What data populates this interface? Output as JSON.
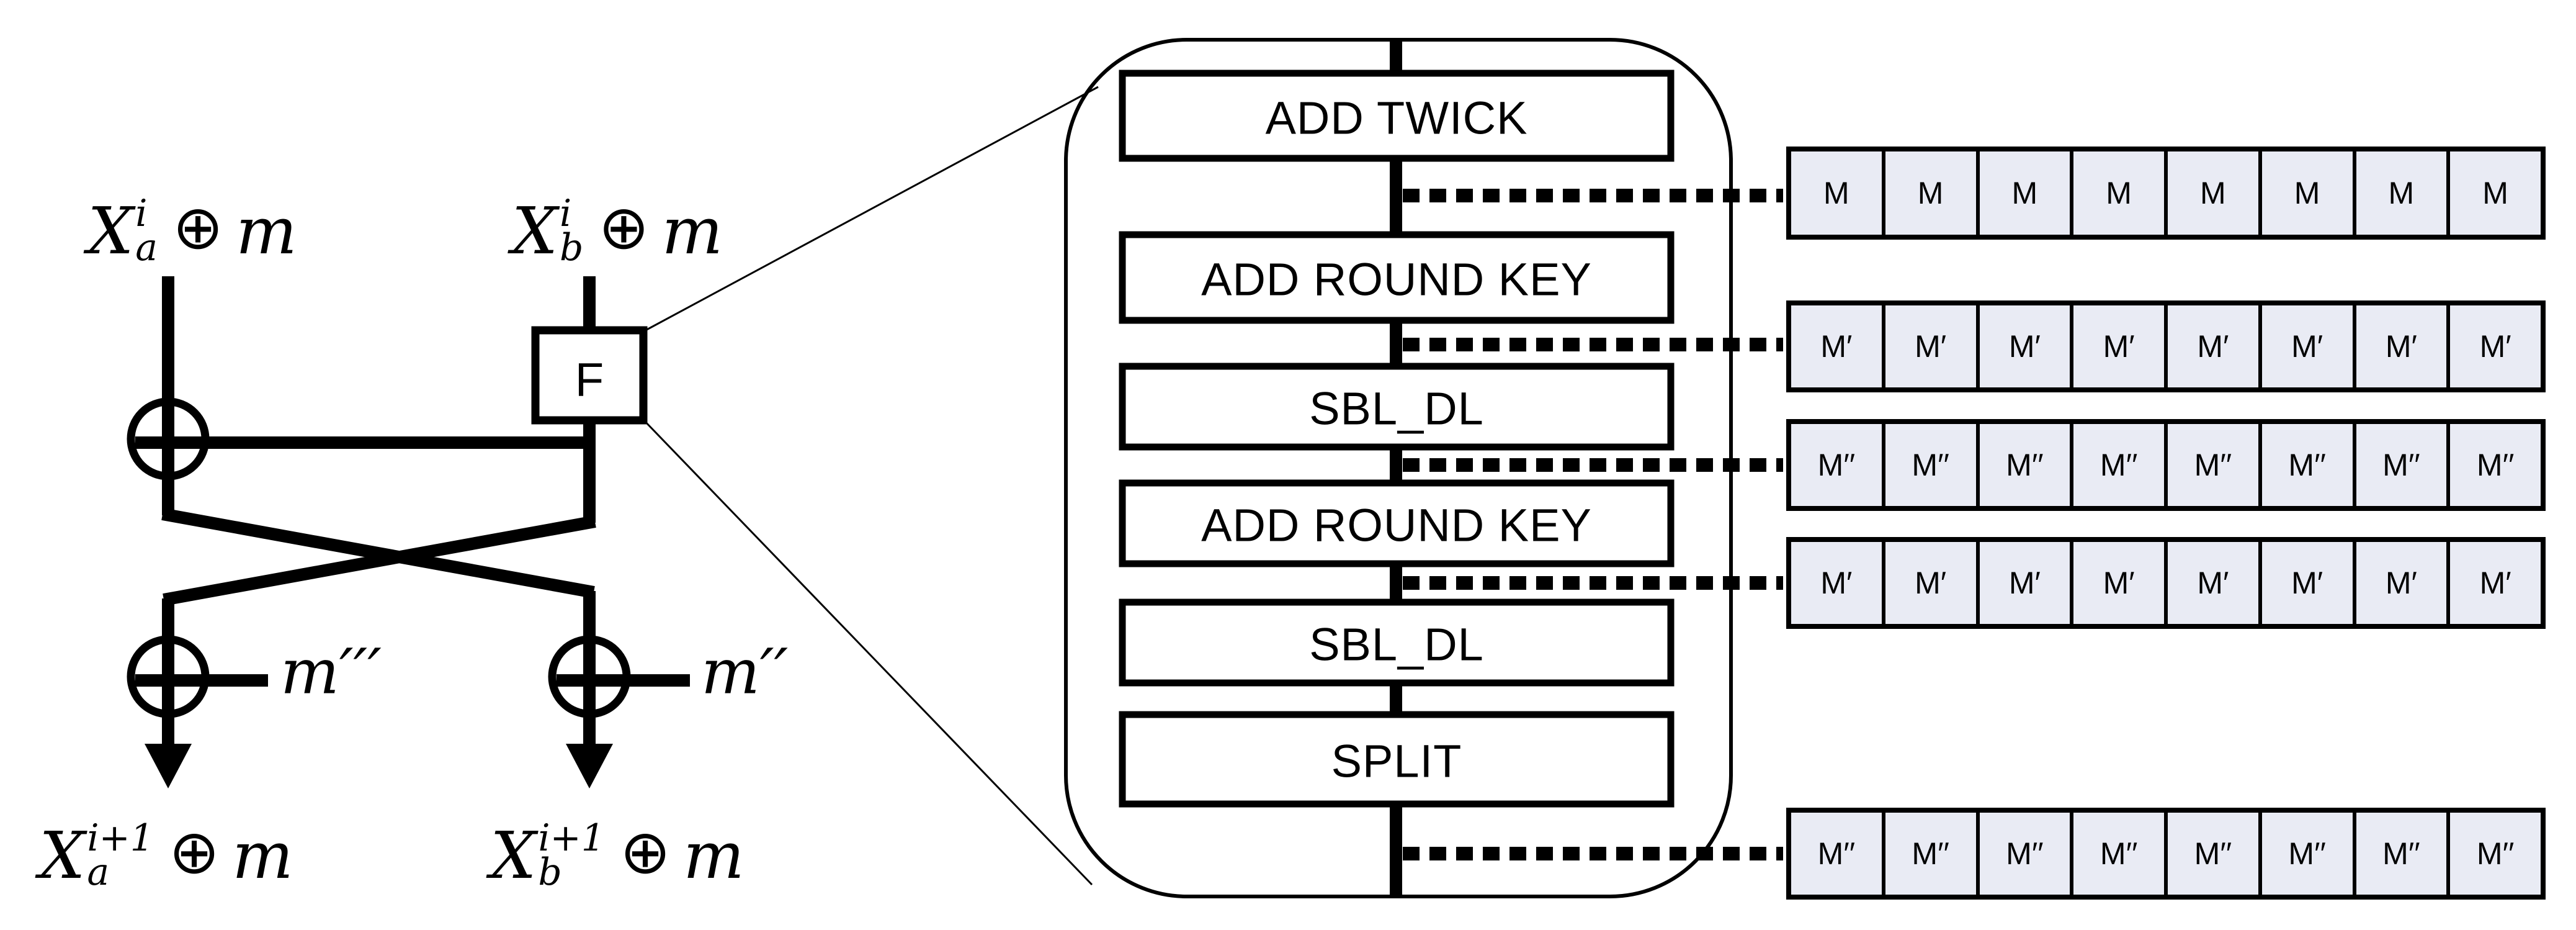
{
  "figure": {
    "background": "#ffffff",
    "line_color": "#000000"
  },
  "feistel": {
    "inputs": {
      "left": {
        "base": "X",
        "sup": "i",
        "sub": "a",
        "op": "⊕",
        "operand": "m"
      },
      "right": {
        "base": "X",
        "sup": "i",
        "sub": "b",
        "op": "⊕",
        "operand": "m"
      }
    },
    "outputs": {
      "left": {
        "base": "X",
        "sup": "i+1",
        "sub": "a",
        "op": "⊕",
        "operand": "m"
      },
      "right": {
        "base": "X",
        "sup": "i+1",
        "sub": "b",
        "op": "⊕",
        "operand": "m"
      }
    },
    "f_label": "F",
    "mask_labels": {
      "left": "m′′′",
      "right": "m′′"
    }
  },
  "round_detail": {
    "steps": [
      {
        "label": "ADD TWICK"
      },
      {
        "label": "ADD ROUND KEY"
      },
      {
        "label": "SBL_DL"
      },
      {
        "label": "ADD ROUND KEY"
      },
      {
        "label": "SBL_DL"
      },
      {
        "label": "SPLIT"
      }
    ]
  },
  "memory_rows": {
    "cells_per_row": 8,
    "cell_fill": "#e9ebf4",
    "border_color": "#000000",
    "rows": [
      {
        "label": "M"
      },
      {
        "label": "M′"
      },
      {
        "label": "M′′"
      },
      {
        "label": "M′"
      },
      {
        "label": "M′′"
      }
    ]
  }
}
